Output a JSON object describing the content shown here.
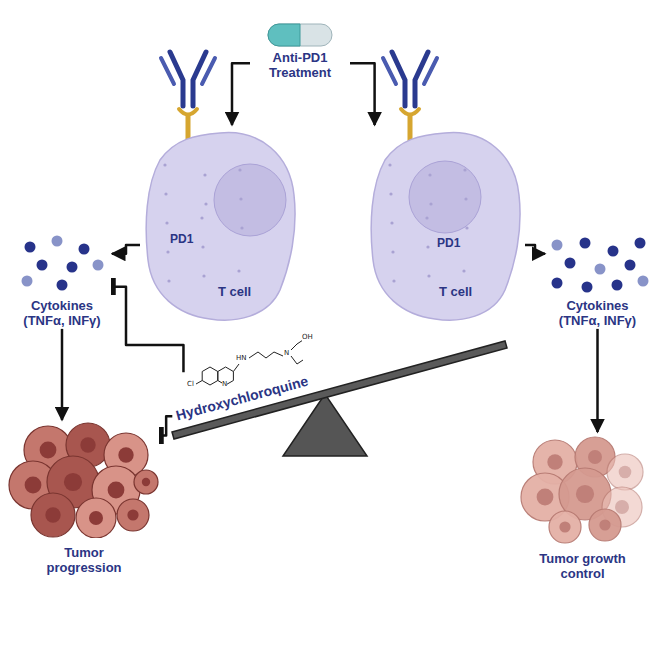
{
  "diagram": {
    "nodes": [
      {
        "text": [
          "Anti-PD1 Treatment"
        ]
      },
      {
        "text": [
          "PD1",
          "T cell"
        ]
      },
      {
        "text": [
          "PD1",
          "T cell"
        ]
      },
      {
        "text": [
          "Cytokines (TNFα, INFγ)"
        ]
      },
      {
        "text": [
          "Cytokines (TNFα, INFγ)"
        ]
      },
      {
        "text": [
          "Hydroxychloroquine"
        ]
      },
      {
        "text": [
          "Tumor progression"
        ]
      },
      {
        "text": [
          "Tumor growth control"
        ]
      }
    ],
    "edges": [
      {
        "from": 0,
        "to": 1,
        "arrow": "to"
      },
      {
        "from": 0,
        "to": 2,
        "arrow": "to"
      },
      {
        "from": 1,
        "to": 3,
        "arrow": "to"
      },
      {
        "from": 2,
        "to": 4,
        "arrow": "to"
      },
      {
        "from": 5,
        "to": 3,
        "arrow": "none"
      },
      {
        "from": 3,
        "to": 6,
        "arrow": "to"
      },
      {
        "from": 4,
        "to": 7,
        "arrow": "to"
      },
      {
        "from": 5,
        "to": 6,
        "arrow": "none"
      }
    ],
    "labels": [
      "Cl",
      "N",
      "HN",
      "N",
      "OH"
    ]
  }
}
